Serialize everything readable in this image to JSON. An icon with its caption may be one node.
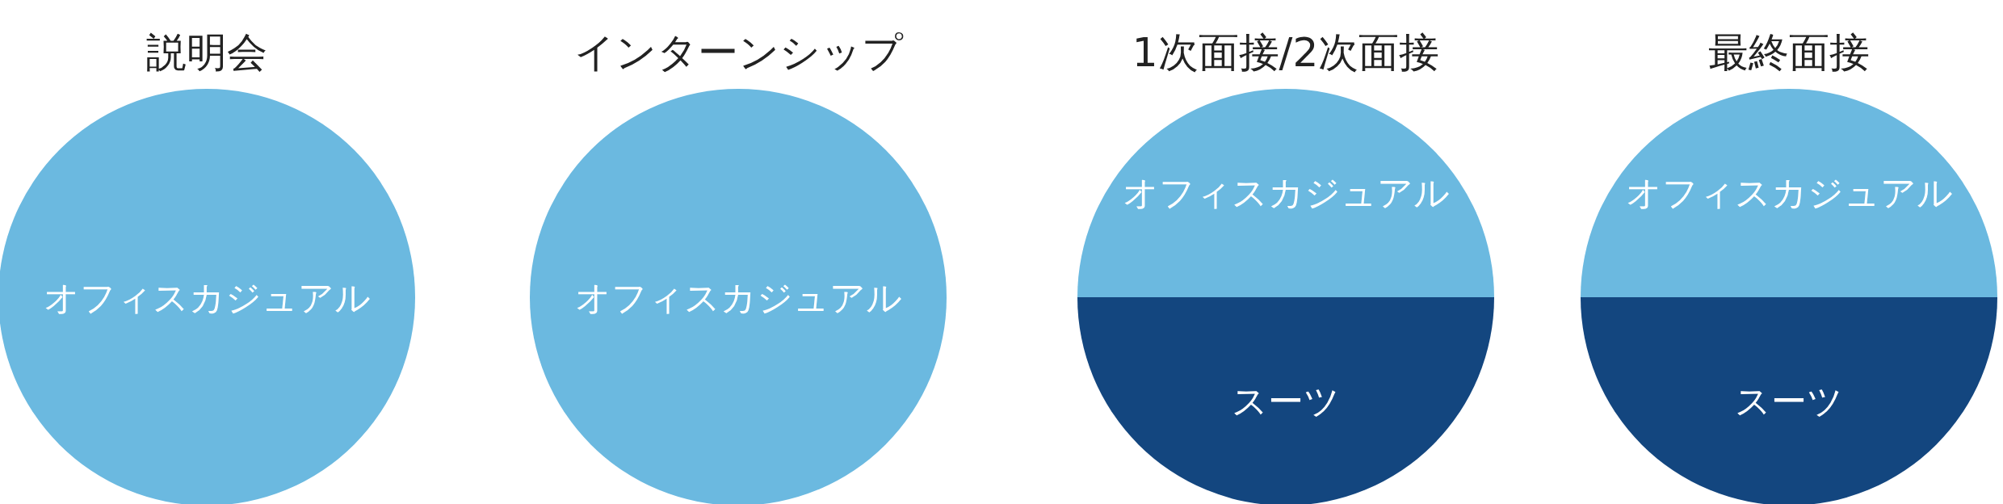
{
  "diagram": {
    "nodes": [
      {
        "text": [
          "説明会",
          "オフィスカジュアル"
        ]
      },
      {
        "text": [
          "インターンシップ",
          "オフィスカジュアル"
        ]
      },
      {
        "text": [
          "1次面接/2次面接"
        ]
      },
      {
        "text": [
          "オフィスカジュアル"
        ],
        "in": 2
      },
      {
        "text": [
          "スーツ"
        ],
        "in": 2
      },
      {
        "text": [
          "最終面接"
        ]
      },
      {
        "text": [
          "オフィスカジュアル"
        ],
        "in": 5
      },
      {
        "text": [
          "スーツ"
        ],
        "in": 5
      }
    ]
  }
}
